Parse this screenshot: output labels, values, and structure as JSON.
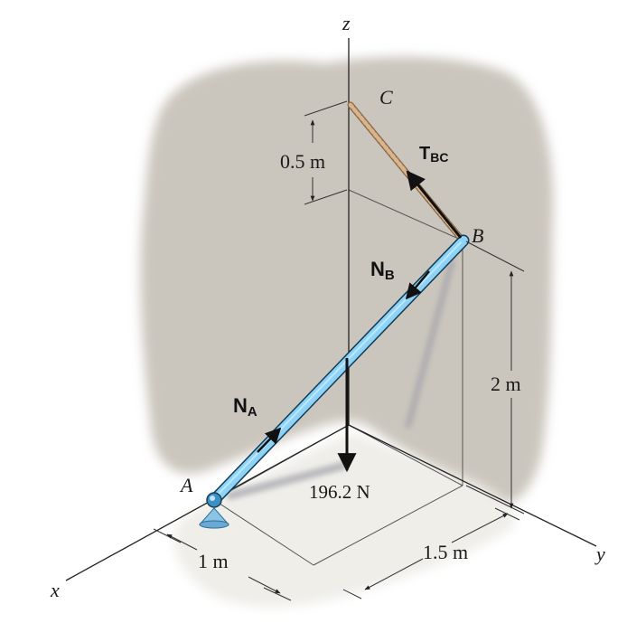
{
  "axes": {
    "x": "x",
    "y": "y",
    "z": "z"
  },
  "points": {
    "A": "A",
    "B": "B",
    "C": "C"
  },
  "forces": {
    "tbc_main": "T",
    "tbc_sub": "BC",
    "nb_main": "N",
    "nb_sub": "B",
    "na_main": "N",
    "na_sub": "A",
    "weight": "196.2 N"
  },
  "dimensions": {
    "cable_drop": "0.5 m",
    "height": "2 m",
    "x_dist": "1 m",
    "y_dist": "1.5 m"
  },
  "colors": {
    "wall": "#c9c4bb",
    "floor": "#ecebe6",
    "rod": "#5bb8e8",
    "cable": "#c9a27a",
    "support": "#7fb7dd"
  }
}
